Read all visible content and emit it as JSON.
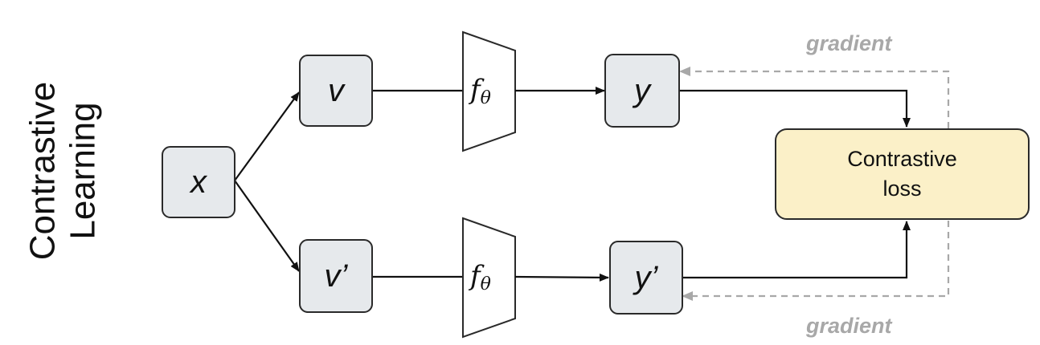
{
  "title": {
    "line1": "Contrastive",
    "line2": "Learning"
  },
  "nodes": {
    "x": "x",
    "v": "v",
    "v_prime": "v’",
    "y": "y",
    "y_prime": "y’"
  },
  "encoder": {
    "symbol": "f",
    "subscript": "θ"
  },
  "loss": {
    "line1": "Contrastive",
    "line2": "loss"
  },
  "gradient_label": "gradient",
  "colors": {
    "node_fill": "#e6e9ec",
    "loss_fill": "#fbf0c8",
    "stroke": "#2a2a2a",
    "gradient": "#a8a8a8"
  }
}
